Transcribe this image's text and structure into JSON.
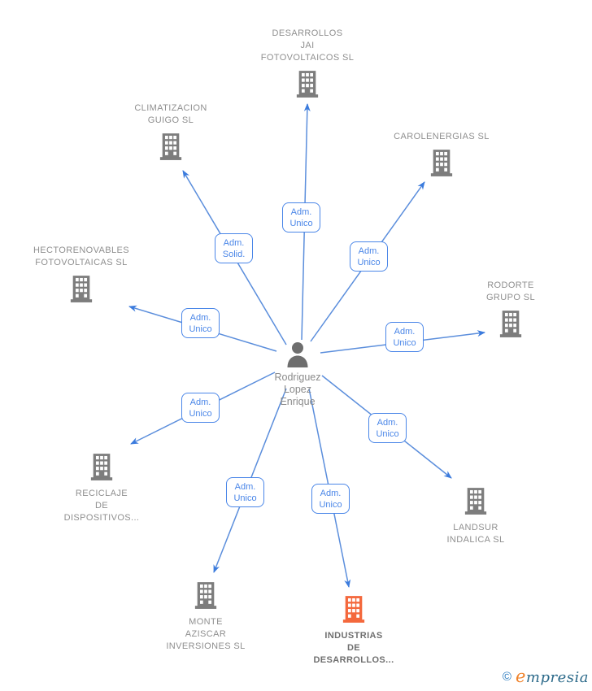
{
  "person": {
    "name": "Rodriguez\nLopez\nEnrique"
  },
  "companies": [
    {
      "name": "DESARROLLOS\nJAI\nFOTOVOLTAICOS SL",
      "highlighted": false
    },
    {
      "name": "CLIMATIZACION\nGUIGO SL",
      "highlighted": false
    },
    {
      "name": "CAROLENERGIAS SL",
      "highlighted": false
    },
    {
      "name": "HECTORENOVABLES\nFOTOVOLTAICAS SL",
      "highlighted": false
    },
    {
      "name": "RODORTE\nGRUPO SL",
      "highlighted": false
    },
    {
      "name": "RECICLAJE\nDE\nDISPOSITIVOS...",
      "highlighted": false
    },
    {
      "name": "LANDSUR\nINDALICA SL",
      "highlighted": false
    },
    {
      "name": "MONTE\nAZISCAR\nINVERSIONES SL",
      "highlighted": false
    },
    {
      "name": "INDUSTRIAS\nDE\nDESARROLLOS...",
      "highlighted": true
    }
  ],
  "edges": [
    {
      "label": "Adm.\nUnico",
      "target": "DESARROLLOS JAI FOTOVOLTAICOS SL"
    },
    {
      "label": "Adm.\nSolid.",
      "target": "CLIMATIZACION GUIGO SL"
    },
    {
      "label": "Adm.\nUnico",
      "target": "CAROLENERGIAS SL"
    },
    {
      "label": "Adm.\nUnico",
      "target": "HECTORENOVABLES FOTOVOLTAICAS SL"
    },
    {
      "label": "Adm.\nUnico",
      "target": "RODORTE GRUPO SL"
    },
    {
      "label": "Adm.\nUnico",
      "target": "RECICLAJE DE DISPOSITIVOS..."
    },
    {
      "label": "Adm.\nUnico",
      "target": "LANDSUR INDALICA SL"
    },
    {
      "label": "Adm.\nUnico",
      "target": "MONTE AZISCAR INVERSIONES SL"
    },
    {
      "label": "Adm.\nUnico",
      "target": "INDUSTRIAS DE DESARROLLOS..."
    }
  ],
  "colors": {
    "edge_line": "#5b8edc",
    "edge_arrow": "#3b7bdd",
    "edge_label": "#4a86e8",
    "company_text": "#8f8f8f",
    "building_gray": "#7d7d7d",
    "building_highlight": "#f4683c",
    "person_icon": "#6e6e6e"
  },
  "footer": {
    "copyright_symbol": "©",
    "brand_initial": "e",
    "brand_rest": "mpresia"
  }
}
